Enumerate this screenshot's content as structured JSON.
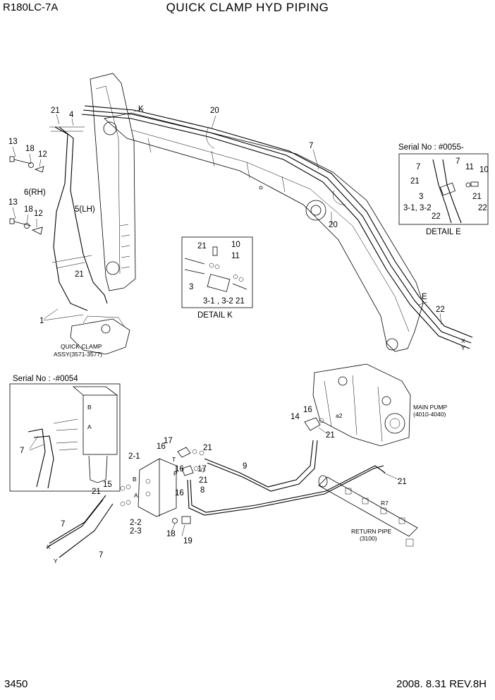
{
  "header": {
    "model": "R180LC-7A",
    "title": "QUICK CLAMP HYD PIPING"
  },
  "footer": {
    "page_number": "3450",
    "revision": "2008. 8.31  REV.8H"
  },
  "serial_new": "Serial No : #0055-",
  "serial_old": "Serial No : -#0054",
  "detail_e": {
    "title": "DETAIL  E",
    "labels": [
      "7",
      "7",
      "21",
      "11",
      "10",
      "3",
      "21",
      "3-1, 3-2",
      "22",
      "22"
    ]
  },
  "detail_k": {
    "title": "DETAIL  K",
    "labels": [
      "21",
      "10",
      "11",
      "3",
      "3-1 , 3-2",
      "21"
    ]
  },
  "quick_clamp": {
    "line1": "QUICK CLAMP",
    "line2": "ASSY(3571-3577)"
  },
  "main_pump": {
    "line1": "MAIN PUMP",
    "line2": "(4010-4040)"
  },
  "return_pipe": {
    "line1": "RETURN PIPE",
    "line2": "(3100)"
  },
  "boom_labels": [
    "21",
    "4",
    "K",
    "20",
    "7",
    "13",
    "18",
    "12",
    "6(RH)",
    "5(LH)",
    "13",
    "18",
    "12",
    "20",
    "21",
    "1",
    "E",
    "22",
    "X",
    "Y"
  ],
  "lower_labels": [
    "7",
    "16",
    "14",
    "21",
    "17",
    "16",
    "21",
    "2-1",
    "9",
    "T",
    "16",
    "17",
    "21",
    "15",
    "21",
    "16",
    "8",
    "B",
    "P",
    "A",
    "2-2",
    "2-3",
    "18",
    "19",
    "21",
    "R7",
    "7",
    "X",
    "Y",
    "7"
  ],
  "port_letters": [
    "B",
    "A",
    "a2"
  ]
}
